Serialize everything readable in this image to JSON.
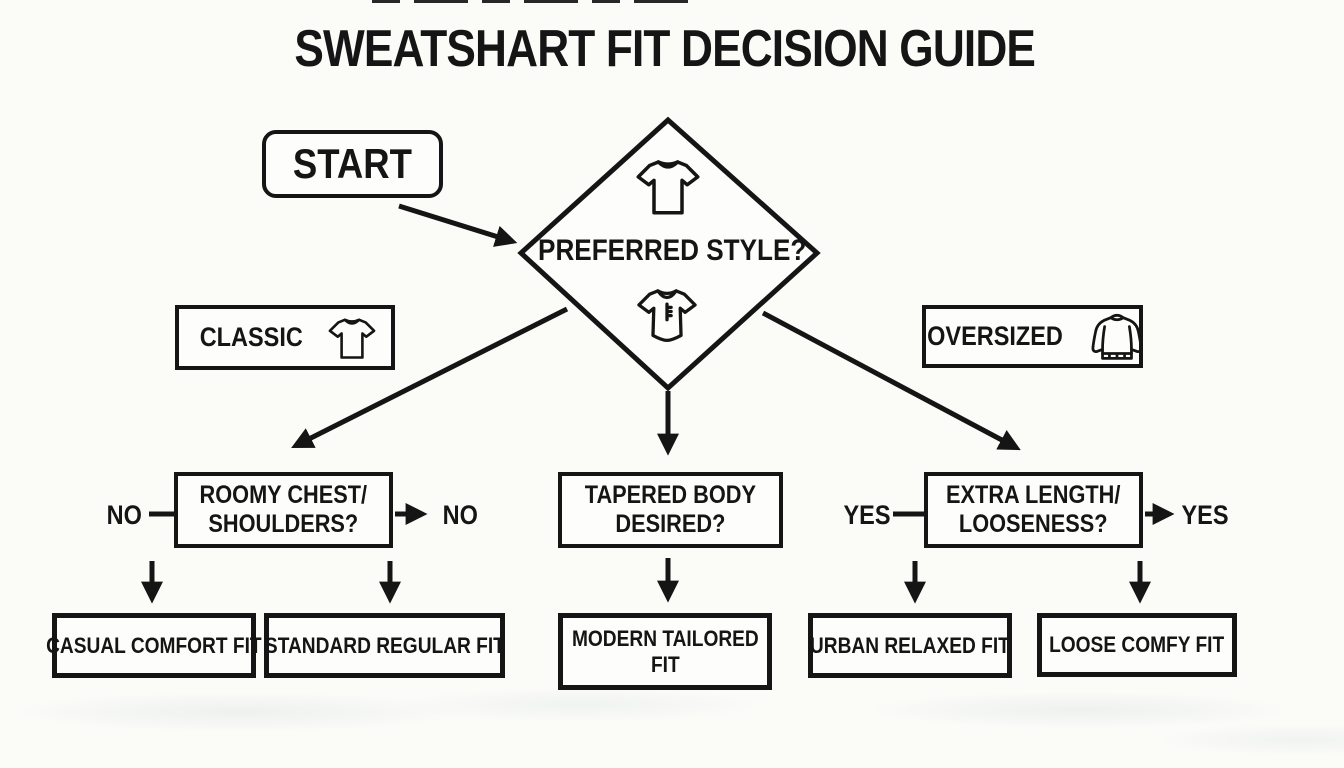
{
  "title": "SWEATSHART FIT DECISION GUIDE",
  "colors": {
    "ink": "#151515",
    "paper": "#fbfbf8",
    "box_fill": "#fdfdfc"
  },
  "start": {
    "label": "START"
  },
  "root_question": {
    "label": "PREFERRED STYLE?",
    "icon_above": "tshirt-icon",
    "icon_below": "henley-shirt-icon"
  },
  "style_options": [
    {
      "label": "CLASSIC",
      "icon": "tshirt-icon"
    },
    {
      "label": "OVERSIZED",
      "icon": "sweatshirt-icon"
    }
  ],
  "questions": [
    {
      "label": "ROOMY CHEST/\nSHOULDERS?",
      "left_answer": "NO",
      "right_answer": "NO"
    },
    {
      "label": "TAPERED BODY\nDESIRED?"
    },
    {
      "label": "EXTRA LENGTH/\nLOOSENESS?",
      "left_answer": "YES",
      "right_answer": "YES"
    }
  ],
  "results": [
    {
      "label": "CASUAL COMFORT FIT"
    },
    {
      "label": "STANDARD REGULAR FIT"
    },
    {
      "label": "MODERN TAILORED\nFIT"
    },
    {
      "label": "URBAN RELAXED FIT"
    },
    {
      "label": "LOOSE COMFY FIT"
    }
  ]
}
